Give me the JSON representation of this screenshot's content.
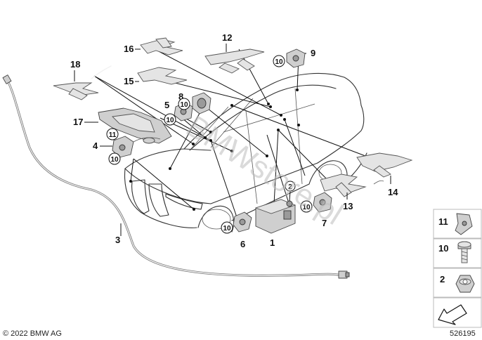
{
  "callouts": {
    "c1": "1",
    "c2": "2",
    "c3": "3",
    "c4": "4",
    "c5": "5",
    "c6": "6",
    "c7": "7",
    "c8": "8",
    "c9": "9",
    "c12": "12",
    "c13": "13",
    "c14": "14",
    "c15": "15",
    "c16": "16",
    "c17": "17",
    "c18": "18"
  },
  "circled": {
    "p10_a": "10",
    "p10_b": "10",
    "p10_c": "10",
    "p10_d": "10",
    "p10_e": "10",
    "p10_f": "10",
    "p11": "11"
  },
  "legend": {
    "item_11": "11",
    "item_10": "10",
    "item_2": "2"
  },
  "watermark": "BMWstore.pl",
  "copyright": "© 2022 BMW AG",
  "diagram_number": "526195"
}
